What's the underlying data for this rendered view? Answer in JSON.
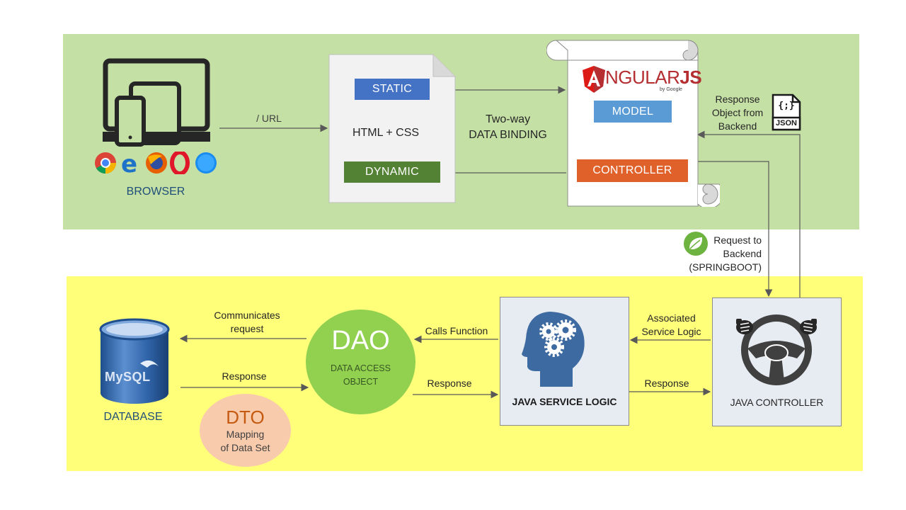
{
  "browser": {
    "label": "BROWSER"
  },
  "url_label": "/ URL",
  "html_doc": {
    "static_label": "STATIC",
    "center_label": "HTML + CSS",
    "dynamic_label": "DYNAMIC"
  },
  "binding": {
    "line1": "Two-way",
    "line2": "DATA BINDING"
  },
  "angular": {
    "logo_prefix": "NGULAR",
    "logo_suffix": "JS",
    "logo_byline": "by Google",
    "model_label": "MODEL",
    "controller_label": "CONTROLLER"
  },
  "response_backend": {
    "line1": "Response",
    "line2": "Object from",
    "line3": "Backend"
  },
  "json_icon": {
    "braces": "{;}",
    "label": "JSON"
  },
  "request_backend": {
    "line1": "Request to",
    "line2": "Backend",
    "line3": "(SPRINGBOOT)"
  },
  "database": {
    "label": "DATABASE",
    "logo": "MySQL"
  },
  "communicates": {
    "line1": "Communicates",
    "line2": "request"
  },
  "db_response": "Response",
  "dao": {
    "title": "DAO",
    "line1": "DATA ACCESS",
    "line2": "OBJECT"
  },
  "dto": {
    "title": "DTO",
    "line1": "Mapping",
    "line2": "of Data Set"
  },
  "calls_function": "Calls Function",
  "service_response": "Response",
  "service": {
    "label": "JAVA SERVICE LOGIC"
  },
  "associated": {
    "line1": "Associated",
    "line2": "Service Logic"
  },
  "controller_response": "Response",
  "java_controller": {
    "label": "JAVA CONTROLLER"
  },
  "colors": {
    "top_panel": "#c5e0a5",
    "bottom_panel": "#ffff7a",
    "static_box": "#4472c4",
    "dynamic_box": "#548235",
    "model_box": "#5b9bd5",
    "controller_box": "#e0612a",
    "dao_circle": "#92d050",
    "dto_circle": "#f8cbad"
  }
}
